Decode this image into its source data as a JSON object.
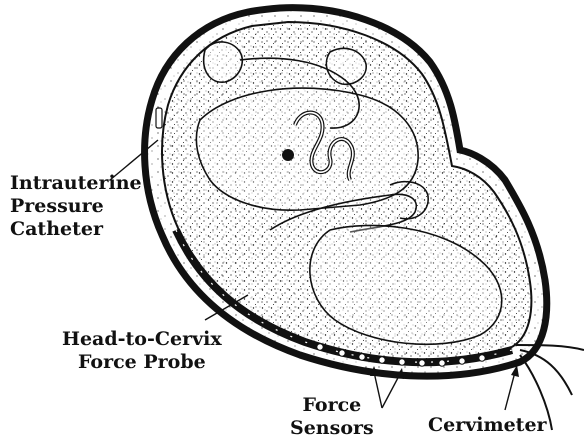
{
  "labels": {
    "intrauterine_catheter": [
      "Intrauterine",
      "Pressure",
      "Catheter"
    ],
    "head_to_cervix_probe": [
      "Head-to-Cervix",
      "Force Probe"
    ],
    "force_sensors": [
      "Force",
      "Sensors"
    ],
    "cervimeter": "Cervimeter"
  },
  "colors": {
    "ink": "#111111",
    "background": "#ffffff"
  }
}
